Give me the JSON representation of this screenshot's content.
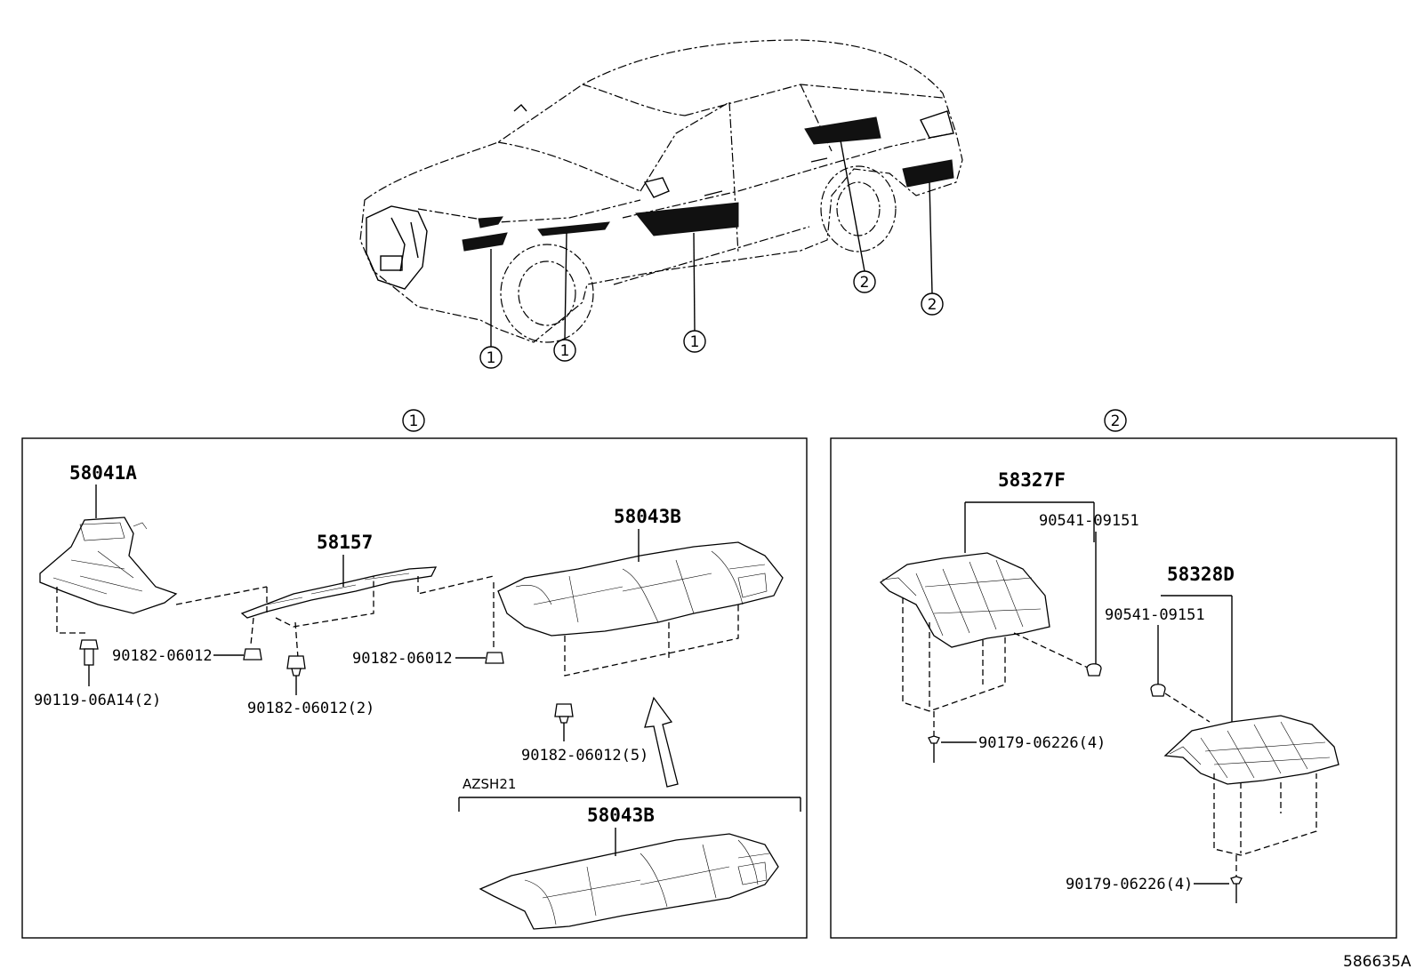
{
  "figure_number": "586635A",
  "callouts": {
    "one": "1",
    "two": "2"
  },
  "group_1": {
    "title": "1",
    "parts": {
      "p58041A": "58041A",
      "p58157": "58157",
      "p58043B_top": "58043B",
      "p58043B_bottom": "58043B",
      "bolt_90119": "90119-06A14(2)",
      "nut_left": "90182-06012",
      "nut_mid": "90182-06012(2)",
      "nut_right": "90182-06012",
      "nut_bottom": "90182-06012(5)"
    },
    "variant_label": "AZSH21"
  },
  "group_2": {
    "title": "2",
    "parts": {
      "p58327F": "58327F",
      "p58328D": "58328D",
      "clip_upper": "90541-09151",
      "clip_lower": "90541-09151",
      "screw_left": "90179-06226(4)",
      "screw_right": "90179-06226(4)"
    }
  }
}
